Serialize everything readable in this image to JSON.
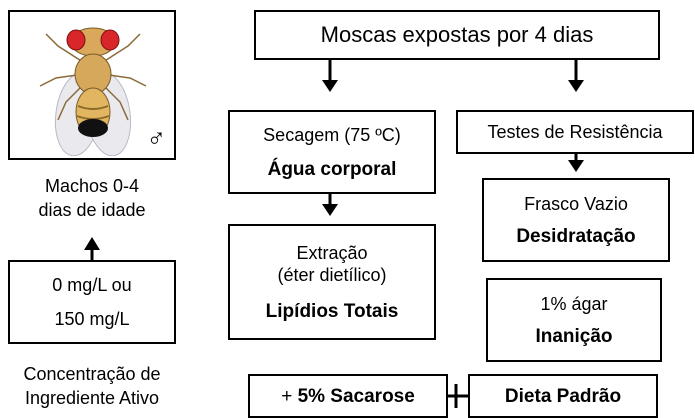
{
  "fly_panel": {
    "sex_symbol": "♂",
    "caption_line1": "Machos 0-4",
    "caption_line2": "dias de idade"
  },
  "concentration_box": {
    "line1": "0 mg/L ou",
    "line2": "150 mg/L"
  },
  "concentration_caption": {
    "line1": "Concentração de",
    "line2": "Ingrediente Ativo"
  },
  "top_box": {
    "label": "Moscas expostas por 4 dias"
  },
  "drying_box": {
    "line1": "Secagem (75 ºC)",
    "line2": "Água corporal"
  },
  "extraction_box": {
    "line1": "Extração",
    "line2": "(éter dietílico)",
    "line3": "Lipídios Totais"
  },
  "resistance_box": {
    "label": "Testes de Resistência"
  },
  "empty_vial_box": {
    "line1": "Frasco Vazio",
    "line2": "Desidratação"
  },
  "agar_box": {
    "line1": "1% ágar",
    "line2": "Inanição"
  },
  "standard_diet_box": {
    "label": "Dieta Padrão"
  },
  "sucrose_box": {
    "prefix": "+ ",
    "label": "5% Sacarose"
  }
}
